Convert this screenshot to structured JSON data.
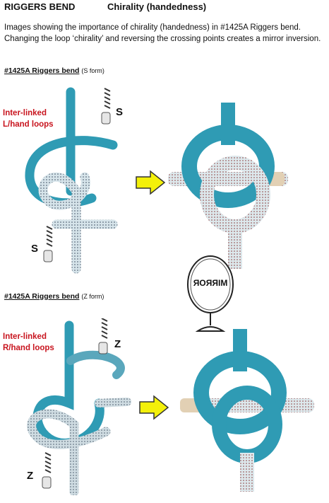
{
  "header": {
    "title_left": "RIGGERS BEND",
    "title_right": "Chirality (handedness)"
  },
  "intro": "Images showing the importance of chirality (handedness) in #1425A Riggers bend. Changing the loop ‘chirality’ and reversing the crossing points creates a mirror inversion.",
  "sections": [
    {
      "heading": "#1425A Riggers bend",
      "form": "(S form)",
      "label_line1": "Inter-linked",
      "label_line2": "L/hand loops",
      "twist_letter_top": "S",
      "twist_letter_bottom": "S"
    },
    {
      "heading": "#1425A Riggers bend",
      "form": "(Z form)",
      "label_line1": "Inter-linked",
      "label_line2": "R/hand loops",
      "twist_letter_top": "Z",
      "twist_letter_bottom": "Z"
    }
  ],
  "mirror": {
    "text": "MIRROR"
  },
  "colors": {
    "rope_blue": "#2f9bb4",
    "rope_light": "#cfe0e6",
    "arrow_yellow": "#f3f00a",
    "label_red": "#c8141e"
  }
}
